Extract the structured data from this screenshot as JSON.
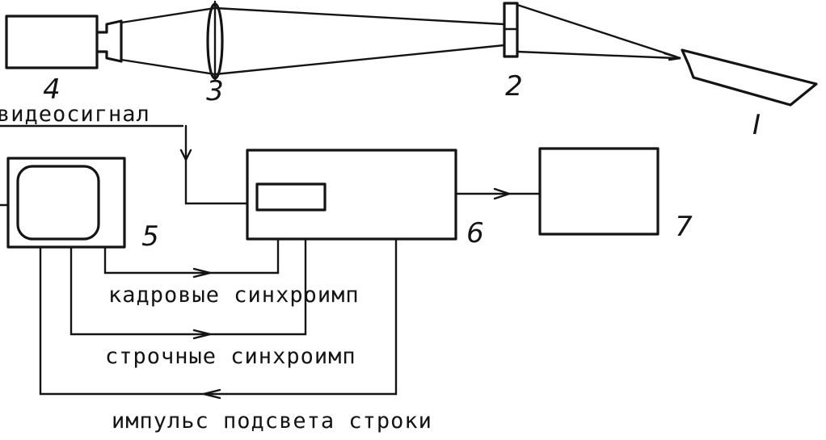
{
  "labels": {
    "unit1": "I",
    "unit2": "2",
    "unit3": "3",
    "unit4": "4",
    "unit5": "5",
    "unit6": "6",
    "unit7": "7"
  },
  "signals": {
    "video": "видеосигнал",
    "frame_sync": "кадровые синхроимп",
    "line_sync": "строчные синхроимп",
    "line_illumination": "импульс подсвета строки"
  },
  "colors": {
    "ink": "#141414",
    "paper": "#ffffff"
  }
}
